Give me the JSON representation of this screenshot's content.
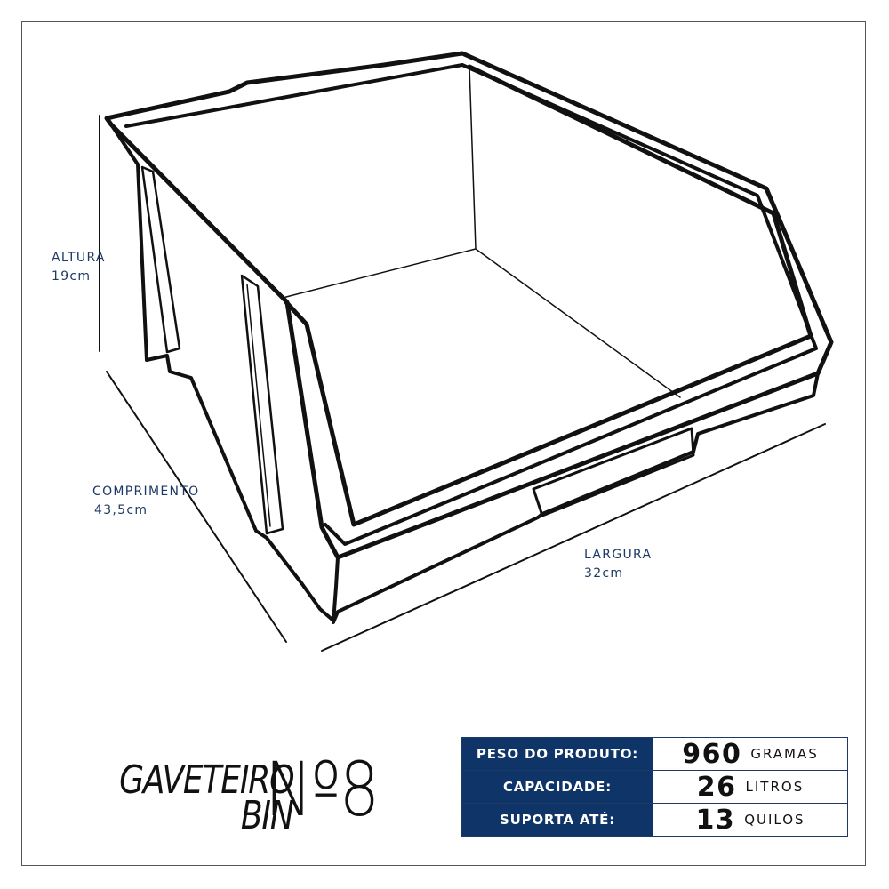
{
  "dimensions": {
    "altura": {
      "label": "ALTURA",
      "value": "19cm"
    },
    "comprimento": {
      "label": "COMPRIMENTO",
      "value": "43,5cm"
    },
    "largura": {
      "label": "LARGURA",
      "value": "32cm"
    }
  },
  "title": {
    "line1": "GAVETEIRO",
    "line2": "BIN",
    "number": "Nº8"
  },
  "specs": [
    {
      "label": "PESO DO PRODUTO:",
      "value": "960",
      "unit": "GRAMAS"
    },
    {
      "label": "CAPACIDADE:",
      "value": "26",
      "unit": "LITROS"
    },
    {
      "label": "SUPORTA ATÉ:",
      "value": "13",
      "unit": "QUILOS"
    }
  ],
  "colors": {
    "accent": "#0f3568",
    "label_text": "#1d3a66",
    "outline": "#111111",
    "frame": "#555555"
  }
}
